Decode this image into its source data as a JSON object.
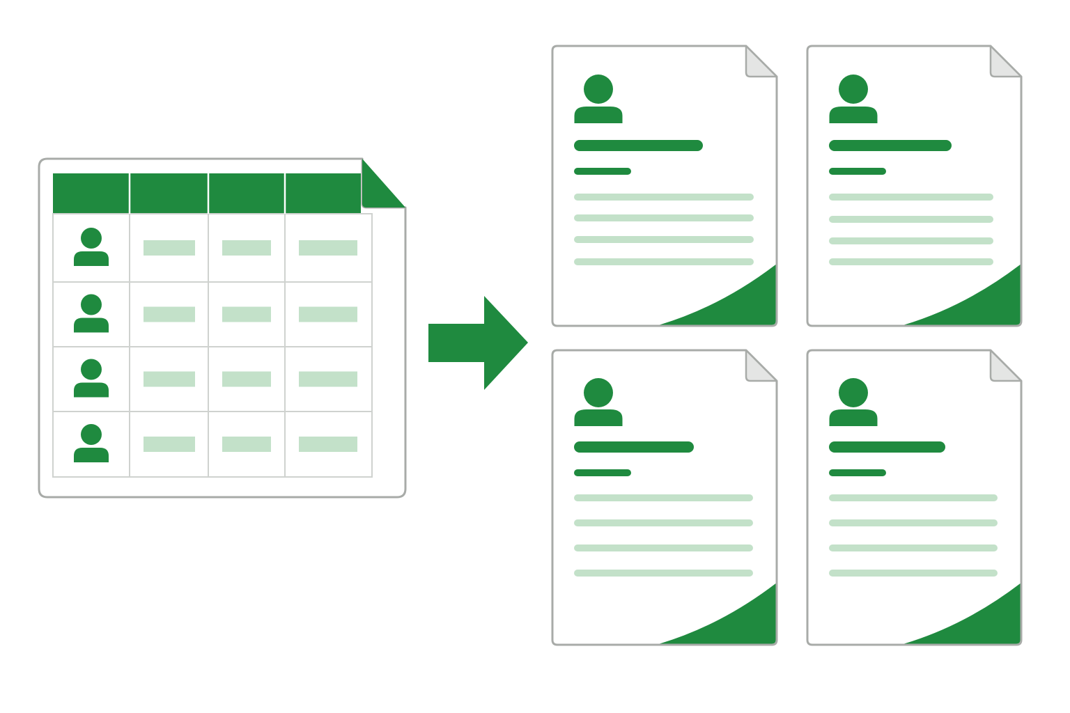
{
  "colors": {
    "brand_green": "#1f8a3f",
    "light_green": "#c3e1c9",
    "outline_gray": "#a8aba8",
    "fold_gray": "#e4e5e4",
    "background": "#ffffff"
  },
  "spreadsheet": {
    "columns": 4,
    "rows": 4,
    "row_icon": "person-icon",
    "header_fill": "brand_green",
    "cell_placeholder_fill": "light_green",
    "corner_fold": "green"
  },
  "arrow": {
    "direction": "right",
    "icon": "arrow-right-icon"
  },
  "documents": {
    "count": 4,
    "layout": "2x2 grid",
    "items": [
      {
        "icon": "person-icon",
        "title_bar": true,
        "subtitle_bar": true,
        "text_lines": 4,
        "corner_swoosh": true
      },
      {
        "icon": "person-icon",
        "title_bar": true,
        "subtitle_bar": true,
        "text_lines": 4,
        "corner_swoosh": true
      },
      {
        "icon": "person-icon",
        "title_bar": true,
        "subtitle_bar": true,
        "text_lines": 4,
        "corner_swoosh": true
      },
      {
        "icon": "person-icon",
        "title_bar": true,
        "subtitle_bar": true,
        "text_lines": 4,
        "corner_swoosh": true
      }
    ]
  }
}
